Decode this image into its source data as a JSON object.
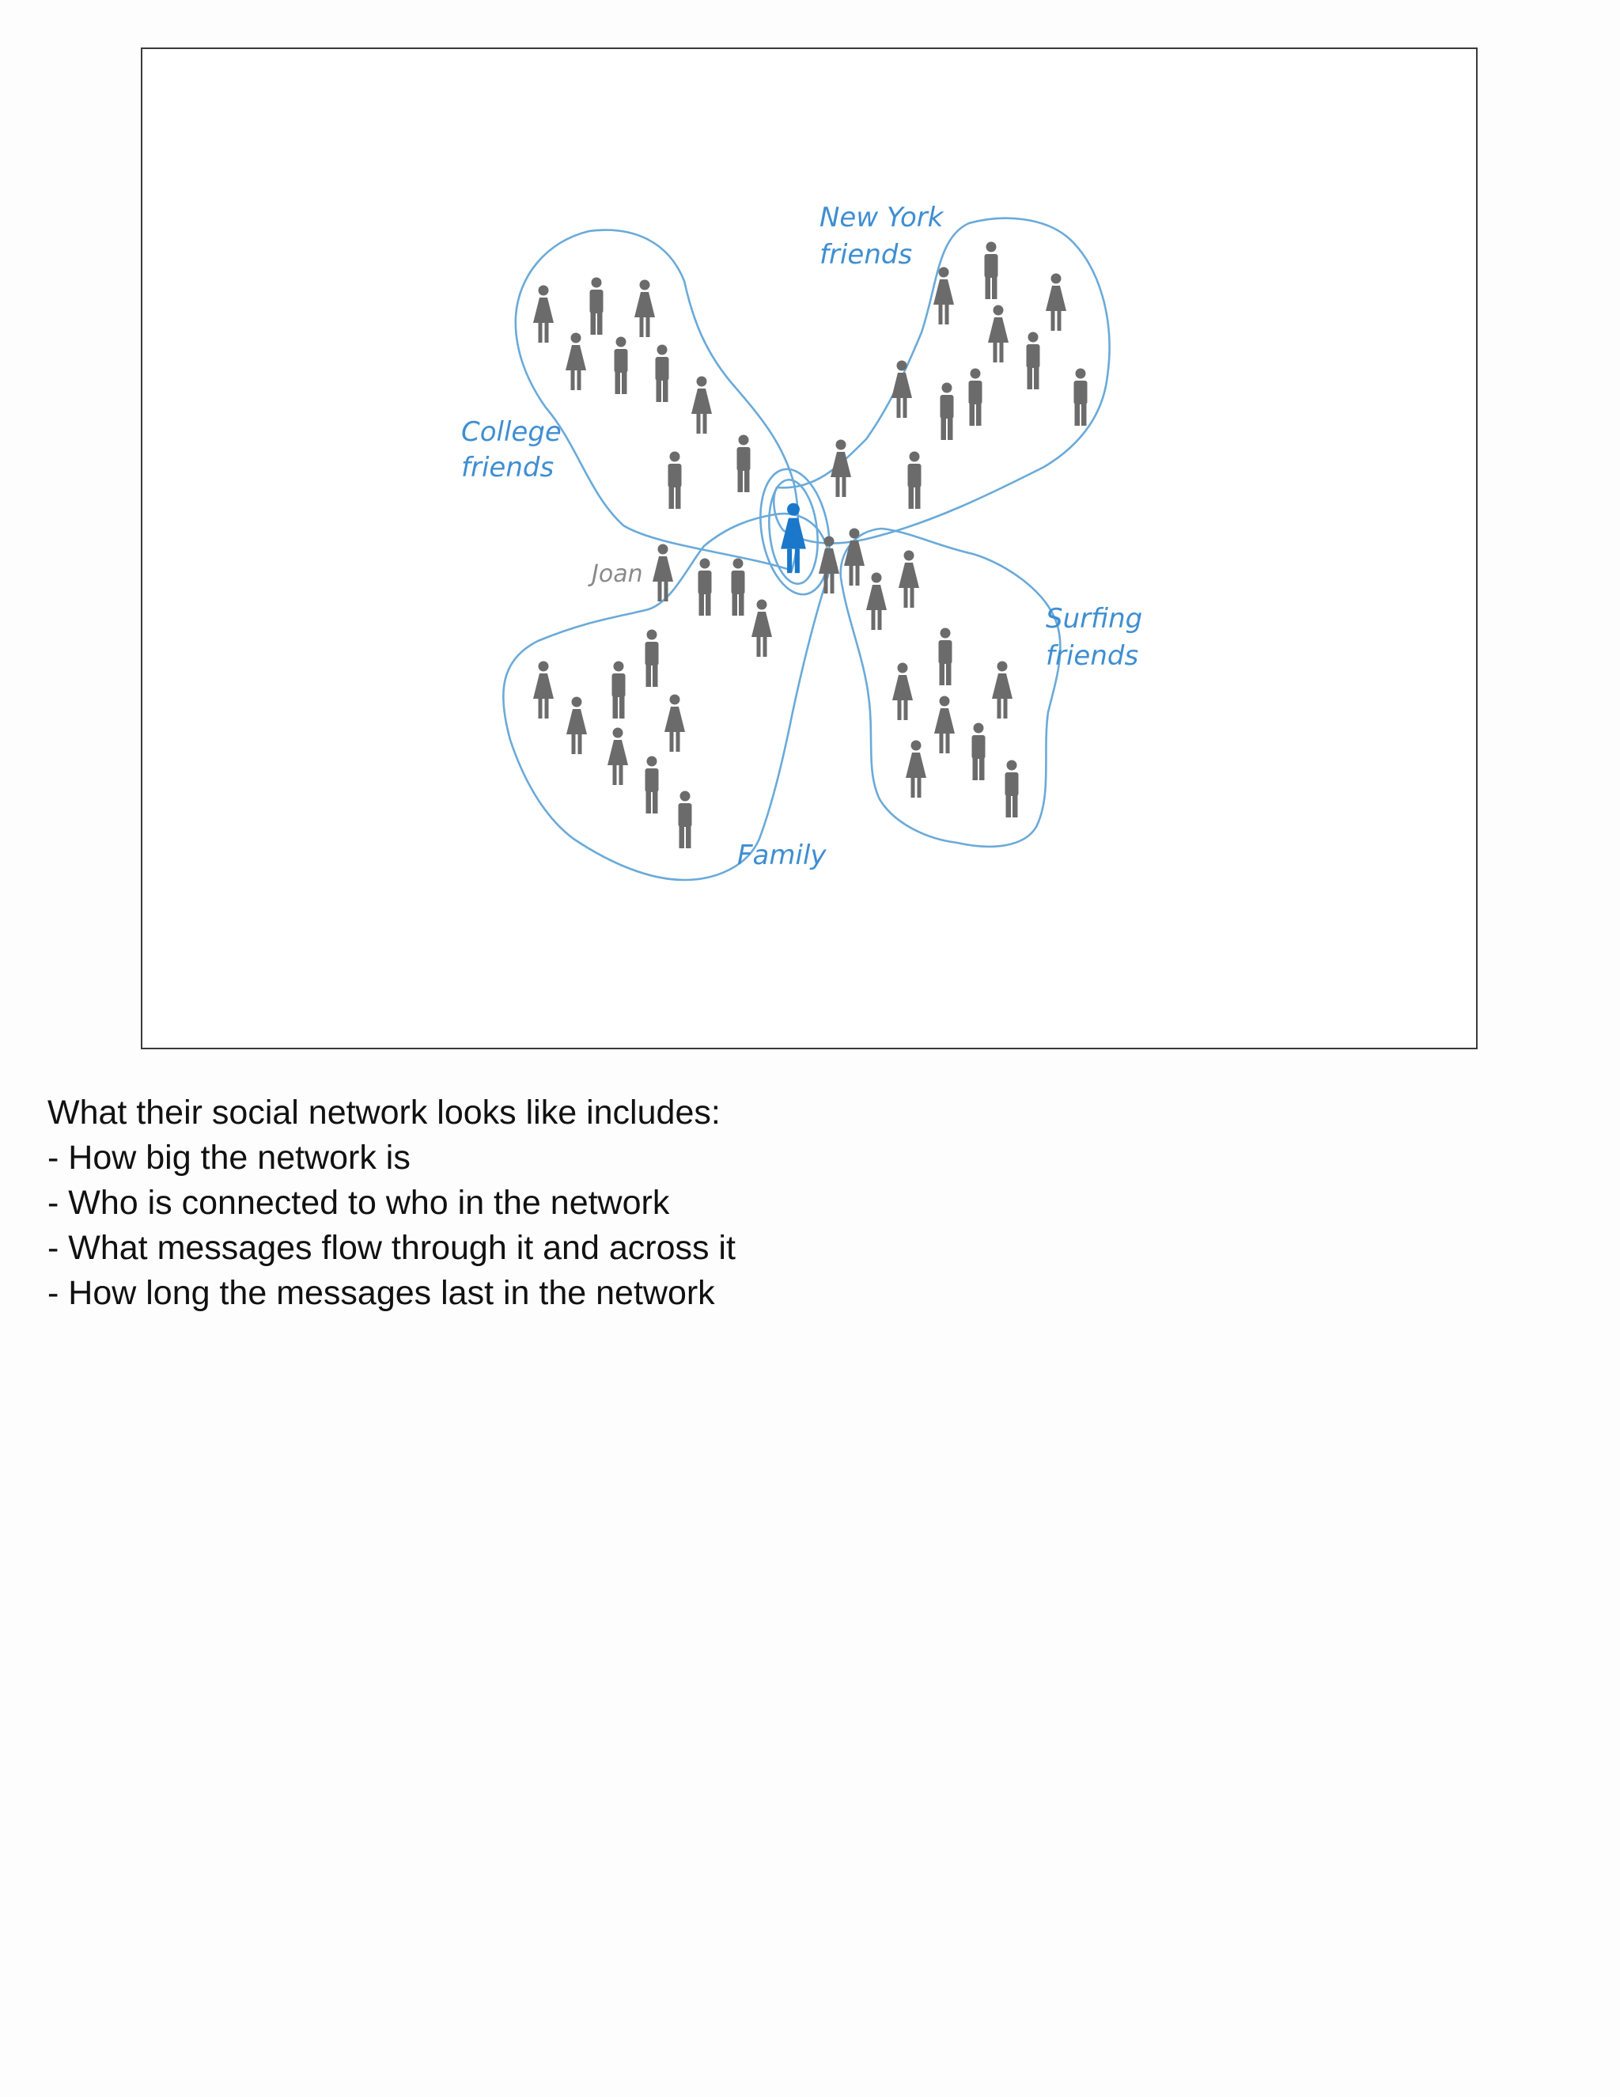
{
  "diagram": {
    "groups": [
      {
        "id": "college",
        "label_lines": [
          "College",
          "friends"
        ]
      },
      {
        "id": "new-york",
        "label_lines": [
          "New York",
          "friends"
        ]
      },
      {
        "id": "surfing",
        "label_lines": [
          "Surfing",
          "friends"
        ]
      },
      {
        "id": "family",
        "label_lines": [
          "Family"
        ]
      }
    ],
    "person_label": "Joan",
    "colors": {
      "outline": "#6aaad9",
      "label": "#3f8ed1",
      "ego": "#1a77c9",
      "person": "#6b6b6b",
      "joan_label": "#8a8a8a"
    }
  },
  "notes": {
    "heading": "What their social network looks like includes:",
    "items": [
      "- How big the network is",
      "- Who is connected to who in the network",
      "- What messages flow through it and across it",
      "- How long the messages last in the network"
    ]
  }
}
